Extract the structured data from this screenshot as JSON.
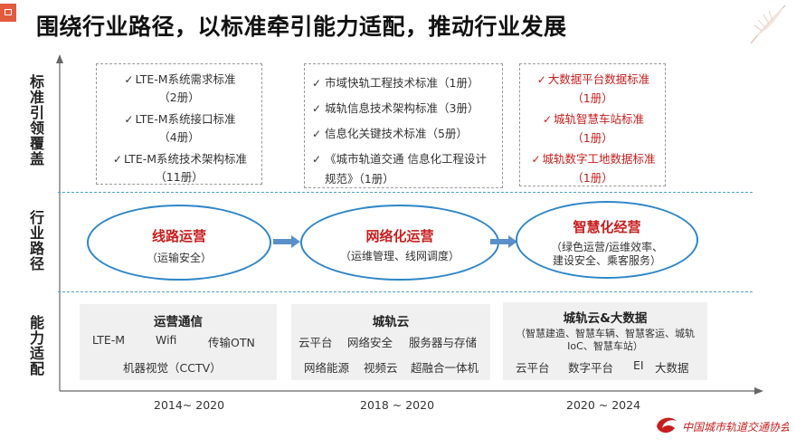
{
  "title": "围绕行业路径，以标准牵引能力适配，推动行业发展",
  "row_labels": {
    "standards": [
      "标",
      "准",
      "引",
      "领",
      "覆",
      "盖"
    ],
    "path": [
      "行",
      "业",
      "路",
      "径"
    ],
    "capability": [
      "能",
      "力",
      "适",
      "配"
    ]
  },
  "standards": {
    "box1": [
      {
        "check": "✓",
        "text": "LTE-M系统需求标准"
      },
      {
        "check": "",
        "text": "（2册）"
      },
      {
        "check": "✓",
        "text": "LTE-M系统接口标准"
      },
      {
        "check": "",
        "text": "（4册）"
      },
      {
        "check": "✓",
        "text": "LTE-M系统技术架构标准"
      },
      {
        "check": "",
        "text": "（11册）"
      }
    ],
    "box2": [
      {
        "check": "✓",
        "text": "市域快轨工程技术标准（1册）"
      },
      {
        "check": "✓",
        "text": "城轨信息技术架构标准（3册）"
      },
      {
        "check": "✓",
        "text": "信息化关键技术标准（5册）"
      },
      {
        "check": "✓",
        "text": "《城市轨道交通 信息化工程设计"
      },
      {
        "check": "",
        "text": "规范》（1册）"
      }
    ],
    "box3": [
      {
        "check": "✓",
        "text": "大数据平台数据标准"
      },
      {
        "check": "",
        "text": "（1册）"
      },
      {
        "check": "✓",
        "text": "城轨智慧车站标准"
      },
      {
        "check": "",
        "text": "（1册）"
      },
      {
        "check": "✓",
        "text": "城轨数字工地数据标准"
      },
      {
        "check": "",
        "text": "（1册）"
      }
    ]
  },
  "path": [
    {
      "title": "线路运营",
      "sub": [
        "（运输安全）"
      ]
    },
    {
      "title": "网络化运营",
      "sub": [
        "（运维管理、线网调度）"
      ]
    },
    {
      "title": "智慧化经营",
      "sub": [
        "（绿色运营/运维效率、",
        "建设安全、乘客服务）"
      ]
    }
  ],
  "capability": {
    "box1": {
      "title": "运营通信",
      "items": [
        "LTE-M",
        "Wifi",
        "传输OTN",
        "机器视觉（CCTV）"
      ]
    },
    "box2": {
      "title": "城轨云",
      "items": [
        "云平台",
        "网络安全",
        "服务器与存储",
        "网络能源",
        "视频云",
        "超融合一体机"
      ]
    },
    "box3": {
      "title": "城轨云&大数据",
      "desc": [
        "（智慧建造、智慧车辆、智慧客运、城轨",
        "IoC、智慧车站）"
      ],
      "items": [
        "云平台",
        "数字平台",
        "EI",
        "大数据"
      ]
    }
  },
  "years": [
    "2014~ 2020",
    "2018 ~ 2020",
    "2020 ~ 2024"
  ],
  "logo_text": "中国城市轨道交通协会",
  "colors": {
    "accent_red": "#c81d1d",
    "ellipse_blue": "#2e86c8",
    "separator": "#4ba3c8",
    "corner": "#e35a3c"
  }
}
